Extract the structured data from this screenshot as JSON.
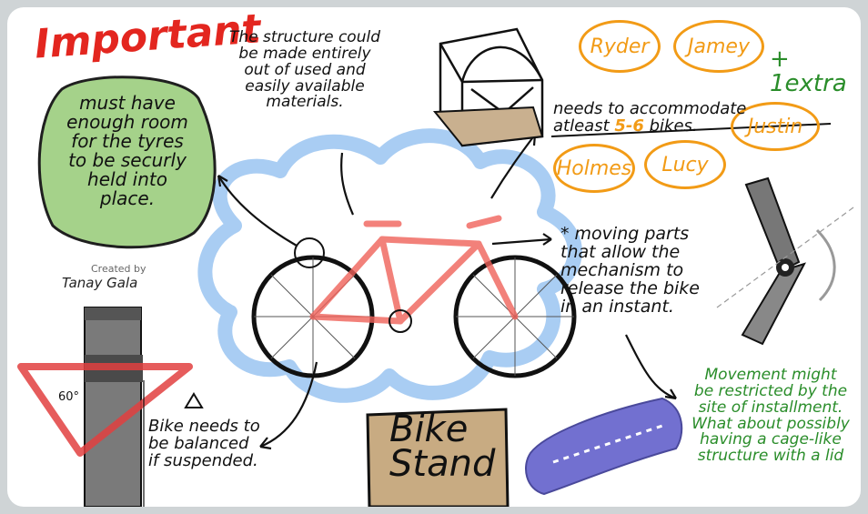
{
  "title": "Important",
  "note_green": "must have\nenough room\nfor the tyres\nto be securly\nheld into\nplace.",
  "note_materials": "The structure could\nbe made entirely\nout of used and\neasily available\nmaterials.",
  "note_capacity": {
    "prefix": "needs to accommodate\natleast ",
    "highlight": "5-6",
    "suffix": " bikes."
  },
  "names": [
    "Ryder",
    "Jamey",
    "Justin",
    "Holmes",
    "Lucy"
  ],
  "extra": "+ 1extra",
  "note_moving": "* moving parts\nthat allow the\nmechanism to\nrelease the bike\nin an instant.",
  "note_balance": "Bike needs to\nbe balanced\nif suspended.",
  "angle_label": "60°",
  "note_movement": "Movement might\nbe restricted by the\nsite of installment.\nWhat about possibly\nhaving a cage-like\nstructure with a lid",
  "sign_text": "Bike\nStand",
  "credit": "Created by",
  "signature": "Tanay Gala",
  "colors": {
    "title": "#e3261f",
    "green_note": "#2a8d2a",
    "names": "#f29b16",
    "cloud": "#a9cdf3"
  }
}
